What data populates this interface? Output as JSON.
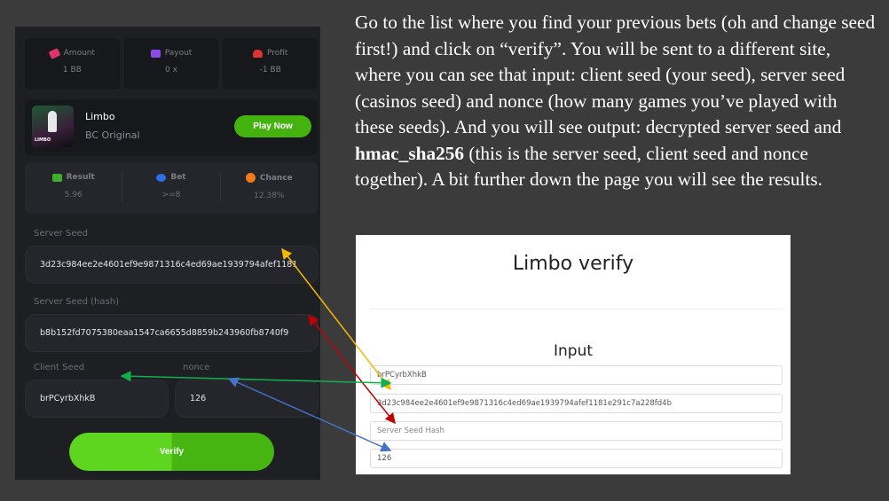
{
  "bet_panel": {
    "stats": [
      {
        "label": "Amount",
        "value": "1 BB",
        "icon": "money-icon",
        "color": "#e0336e"
      },
      {
        "label": "Payout",
        "value": "0 x",
        "icon": "wallet-icon",
        "color": "#8a4be8"
      },
      {
        "label": "Profit",
        "value": "-1 BB",
        "icon": "hand-coin-icon",
        "color": "#e03333"
      }
    ],
    "game": {
      "name": "Limbo",
      "subtitle": "BC Original",
      "thumb_label": "LIMBO",
      "play_label": "Play Now"
    },
    "results": [
      {
        "label": "Result",
        "value": "5.96",
        "icon": "chart-check-icon",
        "color": "#3fae2a"
      },
      {
        "label": "Bet",
        "value": ">=8",
        "icon": "target-icon",
        "color": "#2d6fe8"
      },
      {
        "label": "Chance",
        "value": "12.38%",
        "icon": "percent-icon",
        "color": "#f07a1a"
      }
    ],
    "server_seed_label": "Server Seed",
    "server_seed": "3d23c984ee2e4601ef9e9871316c4ed69ae1939794afef1181",
    "server_hash_label": "Server Seed (hash)",
    "server_hash": "b8b152fd7075380eaa1547ca6655d8859b243960fb8740f9",
    "client_seed_label": "Client Seed",
    "client_seed": "brPCyrbXhkB",
    "nonce_label": "nonce",
    "nonce": "126",
    "verify_label": "Verify"
  },
  "instructions": {
    "part1": "Go to the list where you find your previous bets (oh and change seed first!) and click on “verify”. You will be sent to a different site, where you can see that input: client seed (your seed), server seed (casinos seed) and nonce (how many games you’ve played with these seeds). And you will see output: decrypted server seed and ",
    "bold": "hmac_sha256",
    "part2": " (this is the server seed, client seed and nonce together). A bit further down the page you will see the results."
  },
  "verify_page": {
    "title": "Limbo verify",
    "section": "Input",
    "client_seed": "brPCyrbXhkB",
    "server_seed": "3d23c984ee2e4601ef9e9871316c4ed69ae1939794afef1181e291c7a228fd4b",
    "hash_placeholder": "Server Seed Hash",
    "nonce": "126"
  },
  "arrow_colors": {
    "server_seed": "#f5b800",
    "hash": "#c00000",
    "client_seed": "#10b050",
    "nonce": "#4472c4"
  }
}
